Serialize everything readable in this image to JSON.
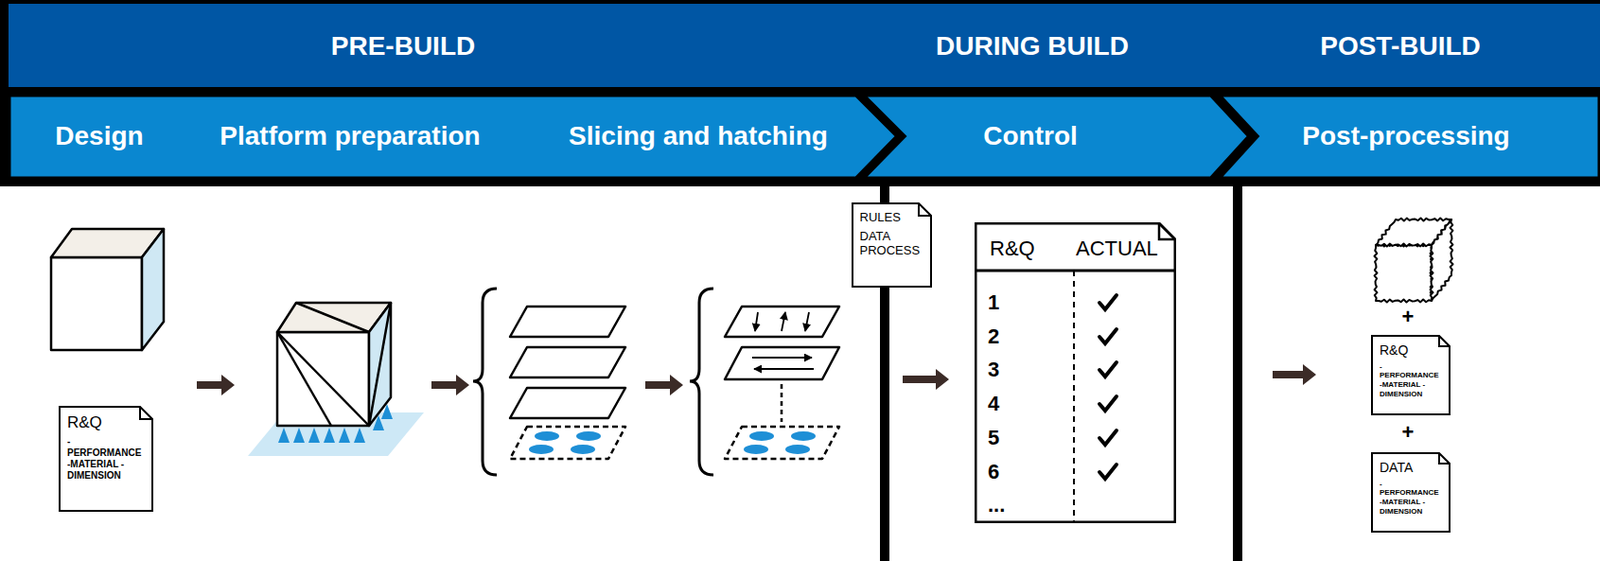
{
  "diagram": {
    "nodes": [
      {
        "text": [
          "PRE-BUILD"
        ]
      },
      {
        "text": [
          "DURING BUILD"
        ]
      },
      {
        "text": [
          "POST-BUILD"
        ]
      },
      {
        "text": [
          "Design",
          "Platform preparation",
          "Slicing and hatching"
        ]
      },
      {
        "text": [
          "Control"
        ]
      },
      {
        "text": [
          "Post-processing"
        ]
      },
      {
        "text": [
          "R&Q",
          "-PERFORMANCE -MATERIAL -DIMENSION"
        ]
      },
      {
        "text": [
          "RULES",
          "DATA PROCESS"
        ]
      },
      {
        "text": [
          "R&Q",
          "ACTUAL",
          "1",
          "2",
          "3",
          "4",
          "5",
          "6",
          "..."
        ]
      },
      {
        "text": [
          "R&Q",
          "-PERFORMANCE -MATERIAL -DIMENSION"
        ]
      },
      {
        "text": [
          "DATA",
          "-PERFORMANCE -MATERIAL -DIMENSION"
        ]
      }
    ],
    "labels": [
      "+",
      "+"
    ]
  }
}
